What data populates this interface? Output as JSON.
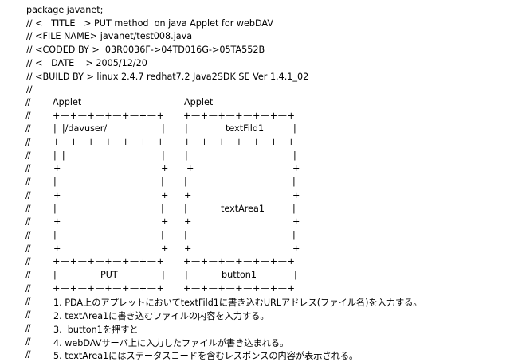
{
  "header": {
    "package": "package javanet;",
    "title_line": "// <   TITLE   > PUT method  on java Applet for webDAV",
    "file_line": "// <FILE NAME> javanet/test008.java",
    "coded_line": "// <CODED BY >  03R0036F->04TD016G->05TA552B",
    "date_line": "// <   DATE    > 2005/12/20",
    "build_line": "// <BUILD BY > linux 2.4.7 redhat7.2 Java2SDK SE Ver 1.4.1_02",
    "blank_comment": "//"
  },
  "diagram": {
    "comment": "//",
    "left_title": "Applet",
    "right_title": "Applet",
    "border": "+—+—+—+—+—+—+",
    "url_field": "|  |/davuser/",
    "cursor_line": "|  |",
    "text_field_label": "textFild1",
    "text_area_label": "textArea1",
    "put_button_label": "PUT",
    "button1_label": "button1",
    "pipe": "|",
    "plus": "+"
  },
  "steps": [
    "1. PDA上のアプレットにおいてtextFild1に書き込むURLアドレス(ファイル名)を入力する。",
    "2. textArea1に書き込むファイルの内容を入力する。",
    "3.  button1を押すと",
    "4. webDAVサーバ上に入力したファイルが書き込まれる。",
    "5. textArea1にはステータスコードを含むレスポンスの内容が表示される。"
  ]
}
